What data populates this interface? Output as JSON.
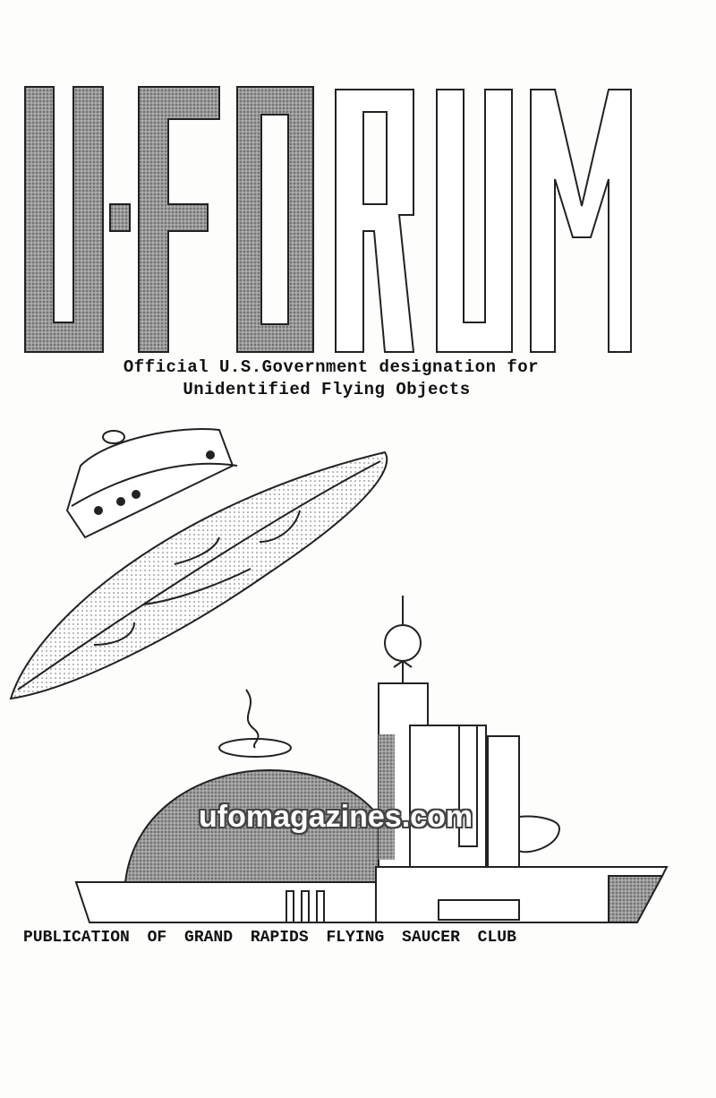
{
  "cover": {
    "logo_title": "U-FORUM",
    "subtitle_line1": "Official U.S.Government designation for",
    "subtitle_line2": "Unidentified Flying Objects",
    "footer": "PUBLICATION OF GRAND RAPIDS FLYING SAUCER CLUB",
    "watermark": "ufomagazines.com"
  }
}
